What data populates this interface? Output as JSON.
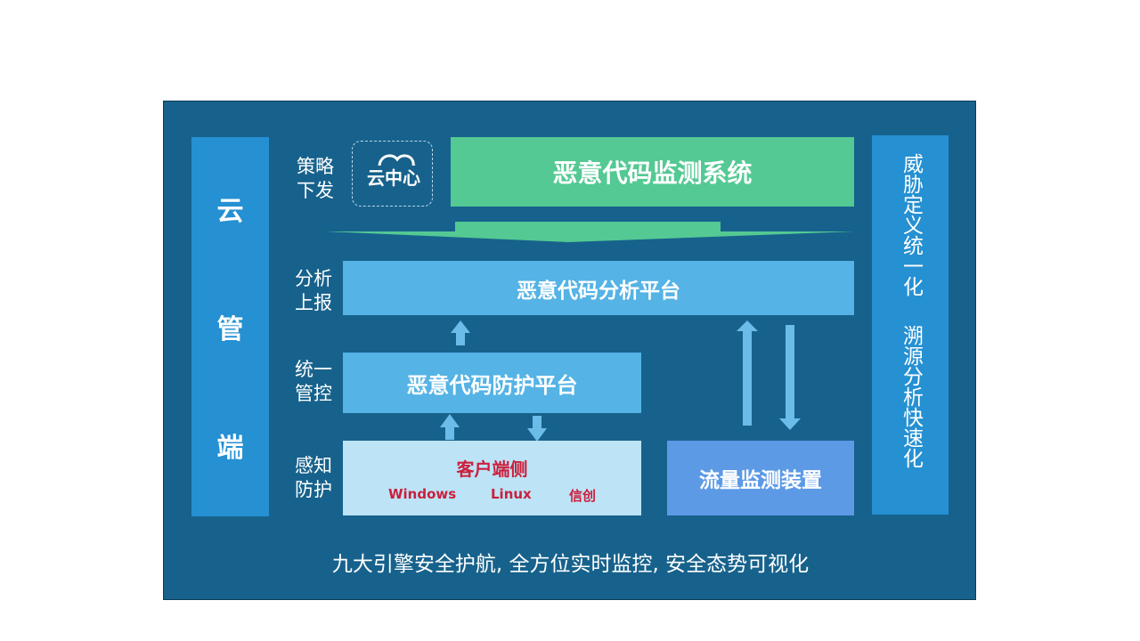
{
  "left_column": {
    "chars": [
      "云",
      "管",
      "端"
    ]
  },
  "right_column": {
    "line1": "威胁定义统一化",
    "line2": "溯源分析快速化"
  },
  "stages": {
    "policy": "策略\n下发",
    "analysis": "分析\n上报",
    "management": "统一\n管控",
    "perception": "感知\n防护"
  },
  "cloud_center": {
    "label": "云中心",
    "icon": "cloud-icon"
  },
  "boxes": {
    "monitor_system": "恶意代码监测系统",
    "analysis_platform": "恶意代码分析平台",
    "protection_platform": "恶意代码防护平台",
    "client": {
      "title": "客户端侧",
      "items": [
        "Windows",
        "Linux",
        "信创"
      ]
    },
    "traffic_device": "流量监测装置"
  },
  "footer": "九大引擎安全护航, 全方位实时监控, 安全态势可视化",
  "colors": {
    "background": "#17628c",
    "side_column": "#2590d2",
    "green_box": "#54c993",
    "light_blue_box": "#55b3e5",
    "client_box": "#bde3f6",
    "client_text": "#cc1f3c",
    "traffic_box": "#5c9ae6",
    "arrow": "#6bbce8"
  }
}
